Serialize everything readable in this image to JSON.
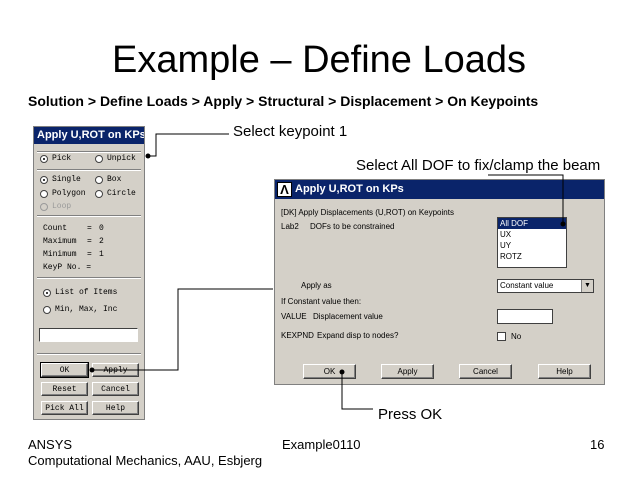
{
  "slide": {
    "title": "Example – Define Loads",
    "breadcrumb": "Solution > Define Loads > Apply > Structural > Displacement > On Keypoints"
  },
  "callouts": {
    "select_keypoint": "Select keypoint 1",
    "select_all_dof": "Select All DOF to fix/clamp the beam",
    "press_ok": "Press OK"
  },
  "pick_panel": {
    "title": "Apply U,ROT on KPs",
    "pick_label": "Pick",
    "unpick_label": "Unpick",
    "single_label": "Single",
    "box_label": "Box",
    "polygon_label": "Polygon",
    "circle_label": "Circle",
    "loop_label": "Loop",
    "count_label": "Count",
    "count_value": "0",
    "maximum_label": "Maximum",
    "maximum_value": "2",
    "minimum_label": "Minimum",
    "minimum_value": "1",
    "keyp_label": "KeyP No. =",
    "eq": "=",
    "list_label": "List of Items",
    "minmax_label": "Min, Max, Inc",
    "ok_label": "OK",
    "apply_label": "Apply",
    "reset_label": "Reset",
    "cancel_label": "Cancel",
    "pickall_label": "Pick All",
    "help_label": "Help"
  },
  "dialog": {
    "title": "Apply U,ROT on KPs",
    "dk_line": "[DK]  Apply Displacements (U,ROT) on Keypoints",
    "lab2_key": "Lab2",
    "lab2_desc": "DOFs to be constrained",
    "dof_options": [
      "All DOF",
      "UX",
      "UY",
      "ROTZ"
    ],
    "apply_as_label": "Apply as",
    "apply_as_value": "Constant value",
    "if_constant": "If Constant value then:",
    "value_key": "VALUE",
    "value_desc": "Displacement value",
    "kexpnd_key": "KEXPND",
    "kexpnd_desc": "Expand disp to nodes?",
    "kexpnd_value": "No",
    "ok_label": "OK",
    "apply_label": "Apply",
    "cancel_label": "Cancel",
    "help_label": "Help"
  },
  "footer": {
    "left_line1": "ANSYS",
    "left_line2": "Computational Mechanics, AAU, Esbjerg",
    "center": "Example0110",
    "page": "16"
  },
  "colors": {
    "titlebar": "#0a246a",
    "window_bg": "#d4d0c8"
  }
}
